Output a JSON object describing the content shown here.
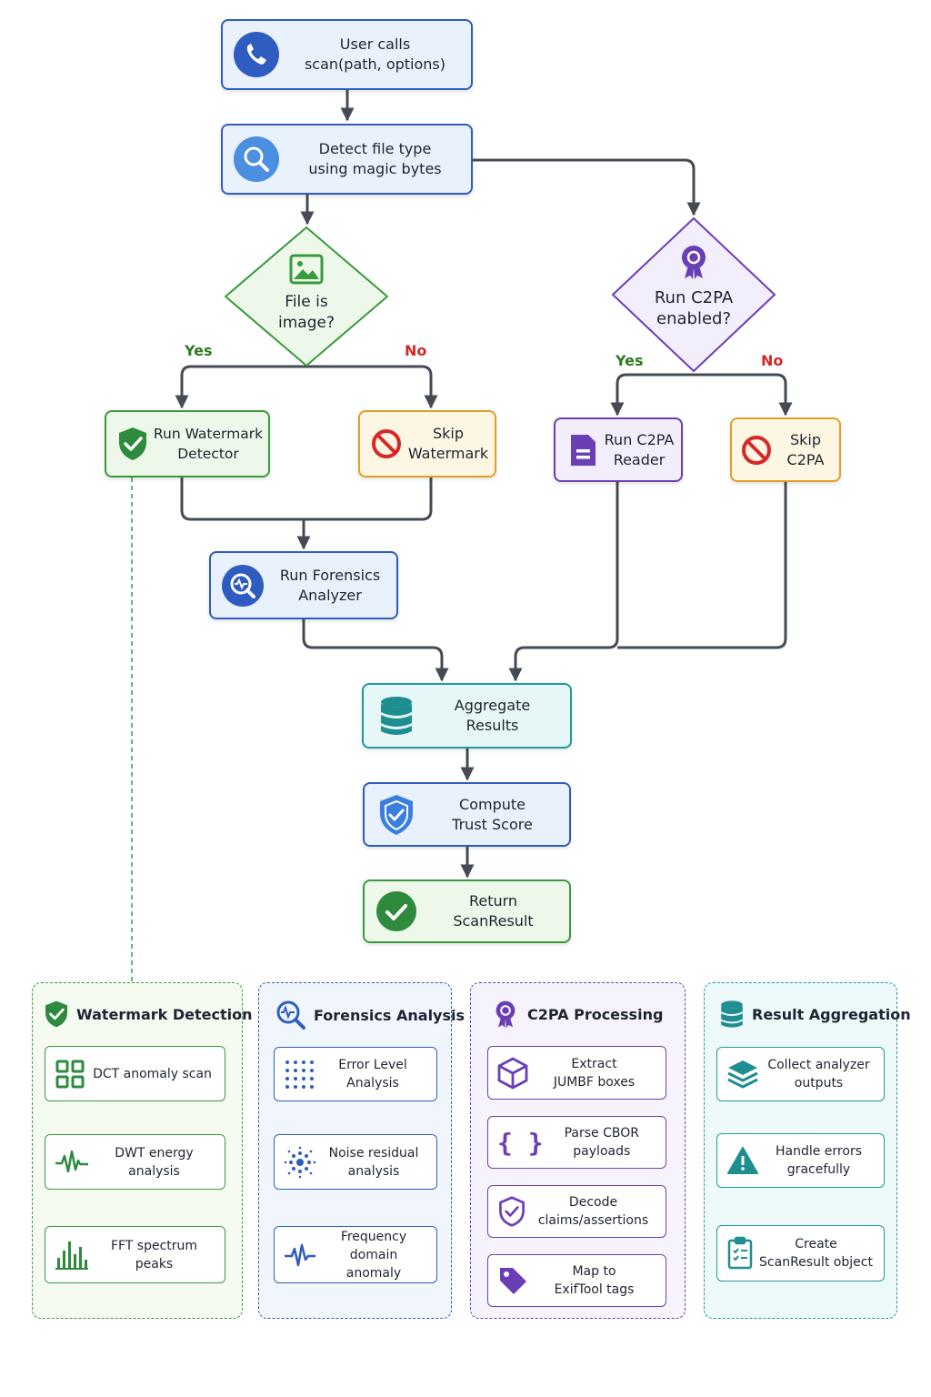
{
  "colors": {
    "blue": "#2f5cc0",
    "green": "#3a9a3e",
    "orange": "#e0a026",
    "purple": "#6a3fb5",
    "teal": "#22999b",
    "red": "#d62828",
    "connector": "#444b55"
  },
  "nodes": {
    "start": {
      "label": "User calls\nscan(path, options)",
      "icon": "phone-icon"
    },
    "detect": {
      "label": "Detect file type\nusing magic bytes",
      "icon": "search-icon"
    },
    "is_image": {
      "label": "File is\nimage?",
      "icon": "image-icon"
    },
    "c2pa_enabled": {
      "label": "Run C2PA\nenabled?",
      "icon": "ribbon-badge-icon"
    },
    "watermark": {
      "label": "Run Watermark\nDetector",
      "icon": "shield-check-icon"
    },
    "skip_watermark": {
      "label": "Skip\nWatermark",
      "icon": "no-entry-icon"
    },
    "c2pa_reader": {
      "label": "Run C2PA\nReader",
      "icon": "document-icon"
    },
    "skip_c2pa": {
      "label": "Skip\nC2PA",
      "icon": "no-entry-icon"
    },
    "forensics": {
      "label": "Run Forensics\nAnalyzer",
      "icon": "magnifier-pulse-icon"
    },
    "aggregate": {
      "label": "Aggregate\nResults",
      "icon": "database-icon"
    },
    "trust": {
      "label": "Compute\nTrust Score",
      "icon": "shield-check-icon"
    },
    "return": {
      "label": "Return\nScanResult",
      "icon": "check-circle-icon"
    }
  },
  "edge_labels": {
    "image_yes": "Yes",
    "image_no": "No",
    "c2pa_yes": "Yes",
    "c2pa_no": "No"
  },
  "panels": [
    {
      "title": "Watermark Detection",
      "icon": "shield-check-icon",
      "color": "green",
      "items": [
        {
          "label": "DCT anomaly scan",
          "icon": "grid-icon"
        },
        {
          "label": "DWT energy\nanalysis",
          "icon": "waveform-icon"
        },
        {
          "label": "FFT spectrum\npeaks",
          "icon": "bar-chart-icon"
        }
      ]
    },
    {
      "title": "Forensics Analysis",
      "icon": "magnifier-pulse-icon",
      "color": "blue",
      "items": [
        {
          "label": "Error Level\nAnalysis",
          "icon": "dot-grid-icon"
        },
        {
          "label": "Noise residual\nanalysis",
          "icon": "noise-icon"
        },
        {
          "label": "Frequency domain\nanomaly",
          "icon": "pulse-icon"
        }
      ]
    },
    {
      "title": "C2PA Processing",
      "icon": "ribbon-badge-icon",
      "color": "purple",
      "items": [
        {
          "label": "Extract\nJUMBF boxes",
          "icon": "box-icon"
        },
        {
          "label": "Parse CBOR\npayloads",
          "icon": "braces-icon"
        },
        {
          "label": "Decode\nclaims/assertions",
          "icon": "shield-check-icon"
        },
        {
          "label": "Map to\nExifTool tags",
          "icon": "tag-icon"
        }
      ]
    },
    {
      "title": "Result Aggregation",
      "icon": "database-icon",
      "color": "teal",
      "items": [
        {
          "label": "Collect analyzer\noutputs",
          "icon": "layers-icon"
        },
        {
          "label": "Handle errors\ngracefully",
          "icon": "warning-icon"
        },
        {
          "label": "Create\nScanResult object",
          "icon": "clipboard-icon"
        }
      ]
    }
  ]
}
